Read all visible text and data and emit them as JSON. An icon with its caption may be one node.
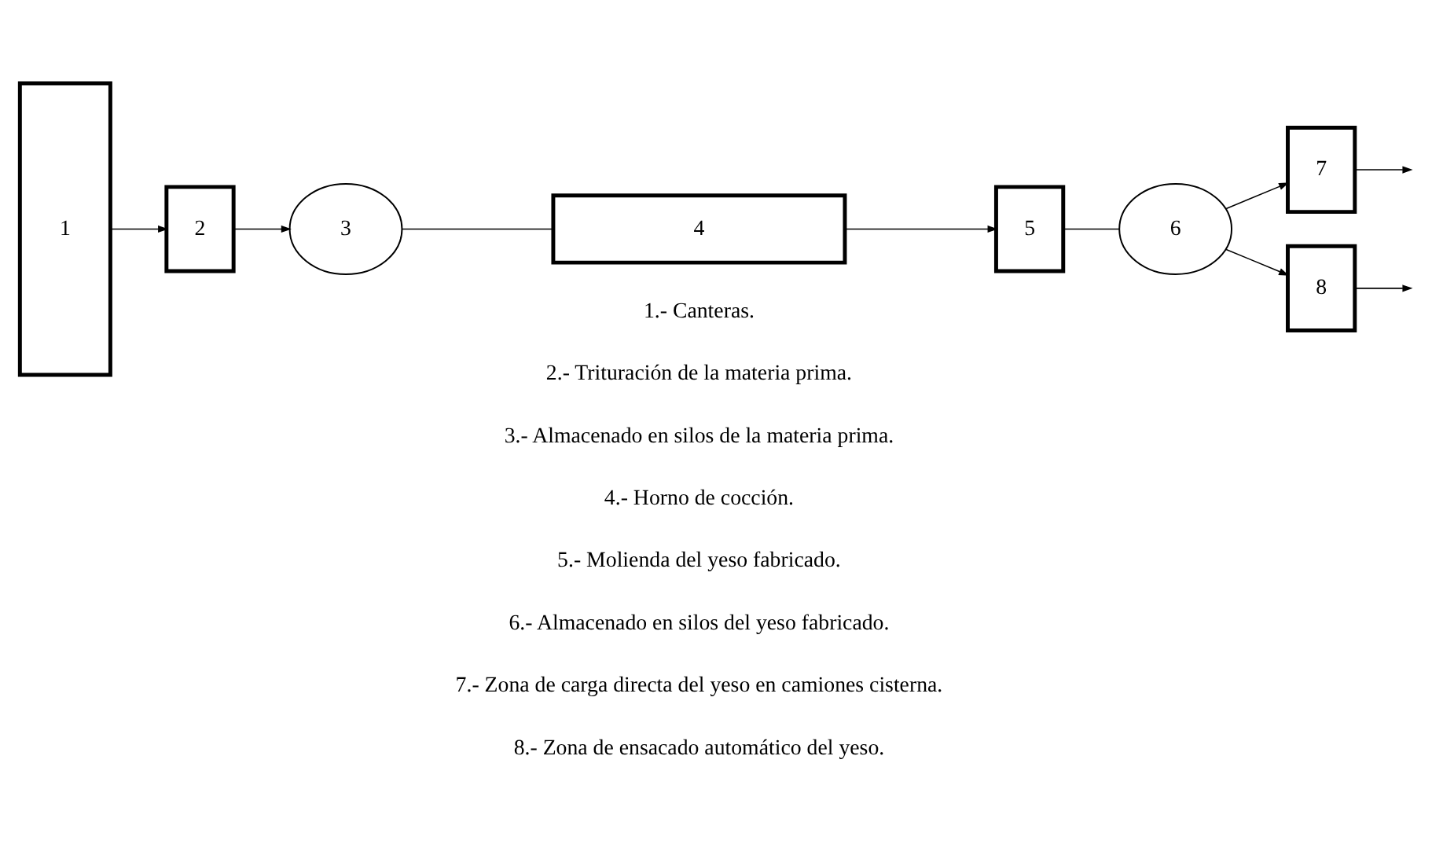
{
  "diagram": {
    "nodes": [
      {
        "text": [
          "1"
        ]
      },
      {
        "text": [
          "2"
        ]
      },
      {
        "text": [
          "3"
        ]
      },
      {
        "text": [
          "4"
        ]
      },
      {
        "text": [
          "5"
        ]
      },
      {
        "text": [
          "6"
        ]
      },
      {
        "text": [
          "7"
        ]
      },
      {
        "text": [
          "8"
        ]
      }
    ],
    "edges": [
      {
        "from": 0,
        "to": 1,
        "arrow": "to"
      },
      {
        "from": 1,
        "to": 2,
        "arrow": "to"
      },
      {
        "from": 2,
        "to": 3,
        "arrow": "none"
      },
      {
        "from": 3,
        "to": 4,
        "arrow": "to"
      },
      {
        "from": 4,
        "to": 5,
        "arrow": "none"
      },
      {
        "from": 5,
        "to": 6,
        "arrow": "to"
      },
      {
        "from": 5,
        "to": 7,
        "arrow": "to"
      },
      {
        "from": 6,
        "to": null,
        "arrow": "to"
      },
      {
        "from": 7,
        "to": null,
        "arrow": "to"
      }
    ],
    "labels": [
      "1.- Canteras.",
      "2.- Trituración de la materia prima.",
      "3.- Almacenado en silos de la materia prima.",
      "4.- Horno de cocción.",
      "5.- Molienda del yeso fabricado.",
      "6.- Almacenado en silos del yeso fabricado.",
      "7.- Zona de carga directa del yeso en camiones cisterna.",
      "8.- Zona de ensacado automático del yeso."
    ]
  }
}
